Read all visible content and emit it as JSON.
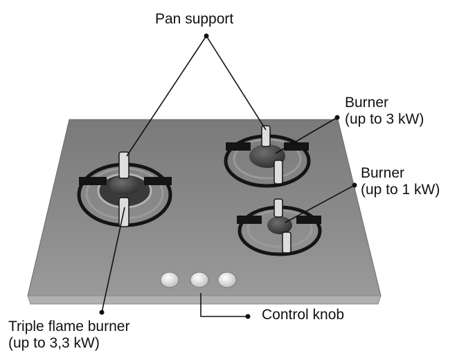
{
  "labels": {
    "pan_support": "Pan support",
    "burner_large": {
      "name": "Burner",
      "rating": "(up to 3 kW)"
    },
    "burner_small": {
      "name": "Burner",
      "rating": "(up to 1 kW)"
    },
    "triple_burner": {
      "name": "Triple flame burner",
      "rating": "(up to 3,3 kW)"
    },
    "control_knob": "Control knob"
  },
  "colors": {
    "hob_top": "#858585",
    "hob_edge": "#a6a6a6",
    "support_black": "#141414",
    "burner_cap": "#4a4a4a",
    "leader_line": "#111111"
  }
}
